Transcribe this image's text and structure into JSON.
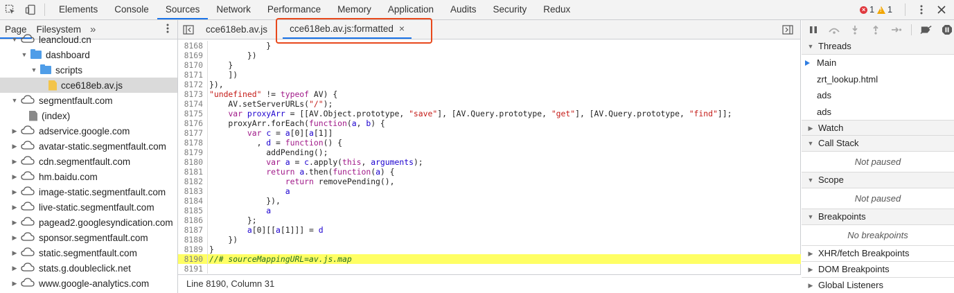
{
  "toolbar": {
    "tabs": [
      "Elements",
      "Console",
      "Sources",
      "Network",
      "Performance",
      "Memory",
      "Application",
      "Audits",
      "Security",
      "Redux"
    ],
    "active_tab": "Sources",
    "error_count": "1",
    "warning_count": "1"
  },
  "navigator": {
    "tabs": [
      "Page",
      "Filesystem"
    ],
    "more": "»",
    "tree": [
      {
        "label": "leancloud.cn",
        "indent": 16,
        "icon": "cloud",
        "expand": "down"
      },
      {
        "label": "dashboard",
        "indent": 30,
        "icon": "folder",
        "expand": "down"
      },
      {
        "label": "scripts",
        "indent": 44,
        "icon": "folder",
        "expand": "down"
      },
      {
        "label": "cce618eb.av.js",
        "indent": 70,
        "icon": "file-js",
        "expand": "",
        "selected": true
      },
      {
        "label": "segmentfault.com",
        "indent": 16,
        "icon": "cloud",
        "expand": "down"
      },
      {
        "label": "(index)",
        "indent": 42,
        "icon": "file-gray",
        "expand": ""
      },
      {
        "label": "adservice.google.com",
        "indent": 16,
        "icon": "cloud",
        "expand": "right"
      },
      {
        "label": "avatar-static.segmentfault.com",
        "indent": 16,
        "icon": "cloud",
        "expand": "right"
      },
      {
        "label": "cdn.segmentfault.com",
        "indent": 16,
        "icon": "cloud",
        "expand": "right"
      },
      {
        "label": "hm.baidu.com",
        "indent": 16,
        "icon": "cloud",
        "expand": "right"
      },
      {
        "label": "image-static.segmentfault.com",
        "indent": 16,
        "icon": "cloud",
        "expand": "right"
      },
      {
        "label": "live-static.segmentfault.com",
        "indent": 16,
        "icon": "cloud",
        "expand": "right"
      },
      {
        "label": "pagead2.googlesyndication.com",
        "indent": 16,
        "icon": "cloud",
        "expand": "right"
      },
      {
        "label": "sponsor.segmentfault.com",
        "indent": 16,
        "icon": "cloud",
        "expand": "right"
      },
      {
        "label": "static.segmentfault.com",
        "indent": 16,
        "icon": "cloud",
        "expand": "right"
      },
      {
        "label": "stats.g.doubleclick.net",
        "indent": 16,
        "icon": "cloud",
        "expand": "right"
      },
      {
        "label": "www.google-analytics.com",
        "indent": 16,
        "icon": "cloud",
        "expand": "right"
      }
    ]
  },
  "editor": {
    "tabs": [
      {
        "label": "cce618eb.av.js",
        "active": false
      },
      {
        "label": "cce618eb.av.js:formatted",
        "active": true,
        "closable": "×"
      }
    ],
    "status": "Line 8190, Column 31",
    "lines": [
      {
        "n": "8168",
        "html": "            }"
      },
      {
        "n": "8169",
        "html": "        })"
      },
      {
        "n": "8170",
        "html": "    }"
      },
      {
        "n": "8171",
        "html": "    ])"
      },
      {
        "n": "8172",
        "html": "}),"
      },
      {
        "n": "8173",
        "html": "<span class=\"s\">\"undefined\"</span> != <span class=\"k\">typeof</span> AV) {"
      },
      {
        "n": "8174",
        "html": "    AV.setServerURLs(<span class=\"s\">\"/\"</span>);"
      },
      {
        "n": "8175",
        "html": "    <span class=\"k\">var</span> <span class=\"v\">proxyArr</span> = [[AV.Object.prototype, <span class=\"s\">\"save\"</span>], [AV.Query.prototype, <span class=\"s\">\"get\"</span>], [AV.Query.prototype, <span class=\"s\">\"find\"</span>]];"
      },
      {
        "n": "8176",
        "html": "    proxyArr.forEach(<span class=\"k\">function</span>(<span class=\"v\">a</span>, <span class=\"v\">b</span>) {"
      },
      {
        "n": "8177",
        "html": "        <span class=\"k\">var</span> <span class=\"v\">c</span> = <span class=\"v\">a</span>[0][<span class=\"v\">a</span>[1]]"
      },
      {
        "n": "8178",
        "html": "          , <span class=\"v\">d</span> = <span class=\"k\">function</span>() {"
      },
      {
        "n": "8179",
        "html": "            addPending();"
      },
      {
        "n": "8180",
        "html": "            <span class=\"k\">var</span> <span class=\"v\">a</span> = <span class=\"v\">c</span>.apply(<span class=\"k\">this</span>, <span class=\"v\">arguments</span>);"
      },
      {
        "n": "8181",
        "html": "            <span class=\"k\">return</span> <span class=\"v\">a</span>.then(<span class=\"k\">function</span>(<span class=\"v\">a</span>) {"
      },
      {
        "n": "8182",
        "html": "                <span class=\"k\">return</span> removePending(),"
      },
      {
        "n": "8183",
        "html": "                <span class=\"v\">a</span>"
      },
      {
        "n": "8184",
        "html": "            }),"
      },
      {
        "n": "8185",
        "html": "            <span class=\"v\">a</span>"
      },
      {
        "n": "8186",
        "html": "        };"
      },
      {
        "n": "8187",
        "html": "        <span class=\"v\">a</span>[0][[<span class=\"v\">a</span>[1]]] = <span class=\"v\">d</span>"
      },
      {
        "n": "8188",
        "html": "    })"
      },
      {
        "n": "8189",
        "html": "}"
      },
      {
        "n": "8190",
        "html": "<span class=\"c\">//# sourceMappingURL=av.js.map</span>",
        "highlight": true
      },
      {
        "n": "8191",
        "html": ""
      }
    ]
  },
  "debugger": {
    "threads_label": "Threads",
    "threads": [
      "Main",
      "zrt_lookup.html",
      "ads",
      "ads"
    ],
    "watch_label": "Watch",
    "call_stack_label": "Call Stack",
    "not_paused": "Not paused",
    "scope_label": "Scope",
    "breakpoints_label": "Breakpoints",
    "no_breakpoints": "No breakpoints",
    "xhr_label": "XHR/fetch Breakpoints",
    "dom_label": "DOM Breakpoints",
    "global_label": "Global Listeners"
  },
  "colors": {
    "accent": "#1a73e8",
    "highlight_border": "#e8481b",
    "current_line": "#ffff64"
  }
}
